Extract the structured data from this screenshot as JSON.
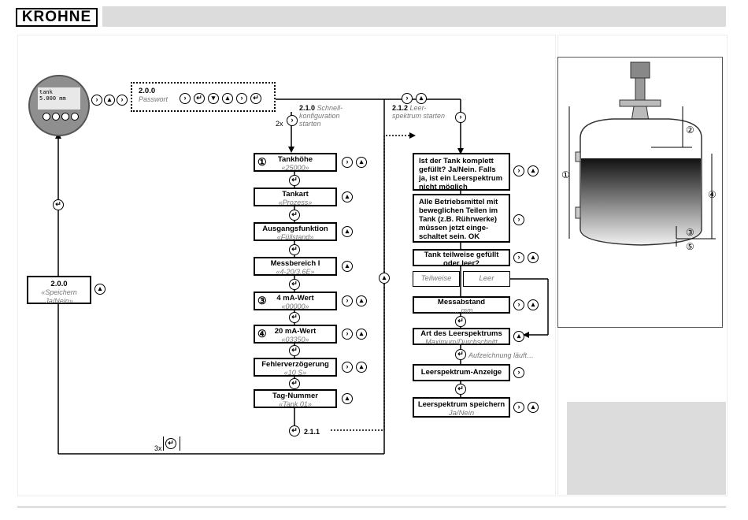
{
  "header": {
    "brand": "KROHNE"
  },
  "device": {
    "display_value": "5.000 mm",
    "display_tag": "tank"
  },
  "menu": {
    "top_code": "2.0.0",
    "top_sub": "Passwort",
    "save_code": "2.0.0",
    "save_sub": "«Speichern Ja/Nein»",
    "quick_code": "2.1.0",
    "quick_label": "Schnell-konfiguration starten",
    "spectrum_code": "2.1.2",
    "spectrum_label": "Leer-spektrum starten",
    "repeat_2x": "2x",
    "repeat_3x": "3x",
    "return_code": "2.1.1"
  },
  "left_steps": [
    {
      "title": "Tankhöhe",
      "value": "«25000»",
      "badge": "①"
    },
    {
      "title": "Tankart",
      "value": "«Prozess»",
      "badge": ""
    },
    {
      "title": "Ausgangsfunktion",
      "value": "«Füllstand»",
      "badge": ""
    },
    {
      "title": "Messbereich I",
      "value": "«4-20/3.6E»",
      "badge": ""
    },
    {
      "title": "4 mA-Wert",
      "value": "«00000»",
      "badge": "③"
    },
    {
      "title": "20 mA-Wert",
      "value": "«03350»",
      "badge": "④"
    },
    {
      "title": "Fehlerverzögerung",
      "value": "«10 S»",
      "badge": ""
    },
    {
      "title": "Tag-Nummer",
      "value": "«Tank 01»",
      "badge": ""
    }
  ],
  "right_steps": {
    "q1": "Ist der Tank komplett gefüllt? Ja/Nein. Falls ja, ist ein Leerspektrum nicht möglich",
    "q2": "Alle Betriebsmittel mit beweglichen Teilen im Tank (z.B. Rührwerke) müssen jetzt einge-schaltet sein. OK",
    "q3": "Tank teilweise gefüllt oder leer?",
    "opt_partial": "Teilweise",
    "opt_empty": "Leer",
    "distance_title": "Messabstand",
    "distance_value": "…. mm",
    "type_title": "Art des Leerspektrums",
    "type_value": "Maximum/Durchschnitt",
    "recording": "Aufzeichnung läuft…",
    "display_title": "Leerspektrum-Anzeige",
    "store_title": "Leerspektrum speichern",
    "store_value": "Ja/Nein"
  },
  "tank_labels": {
    "l1": "①",
    "l2": "②",
    "l3": "③",
    "l4": "④",
    "l5": "⑤"
  }
}
